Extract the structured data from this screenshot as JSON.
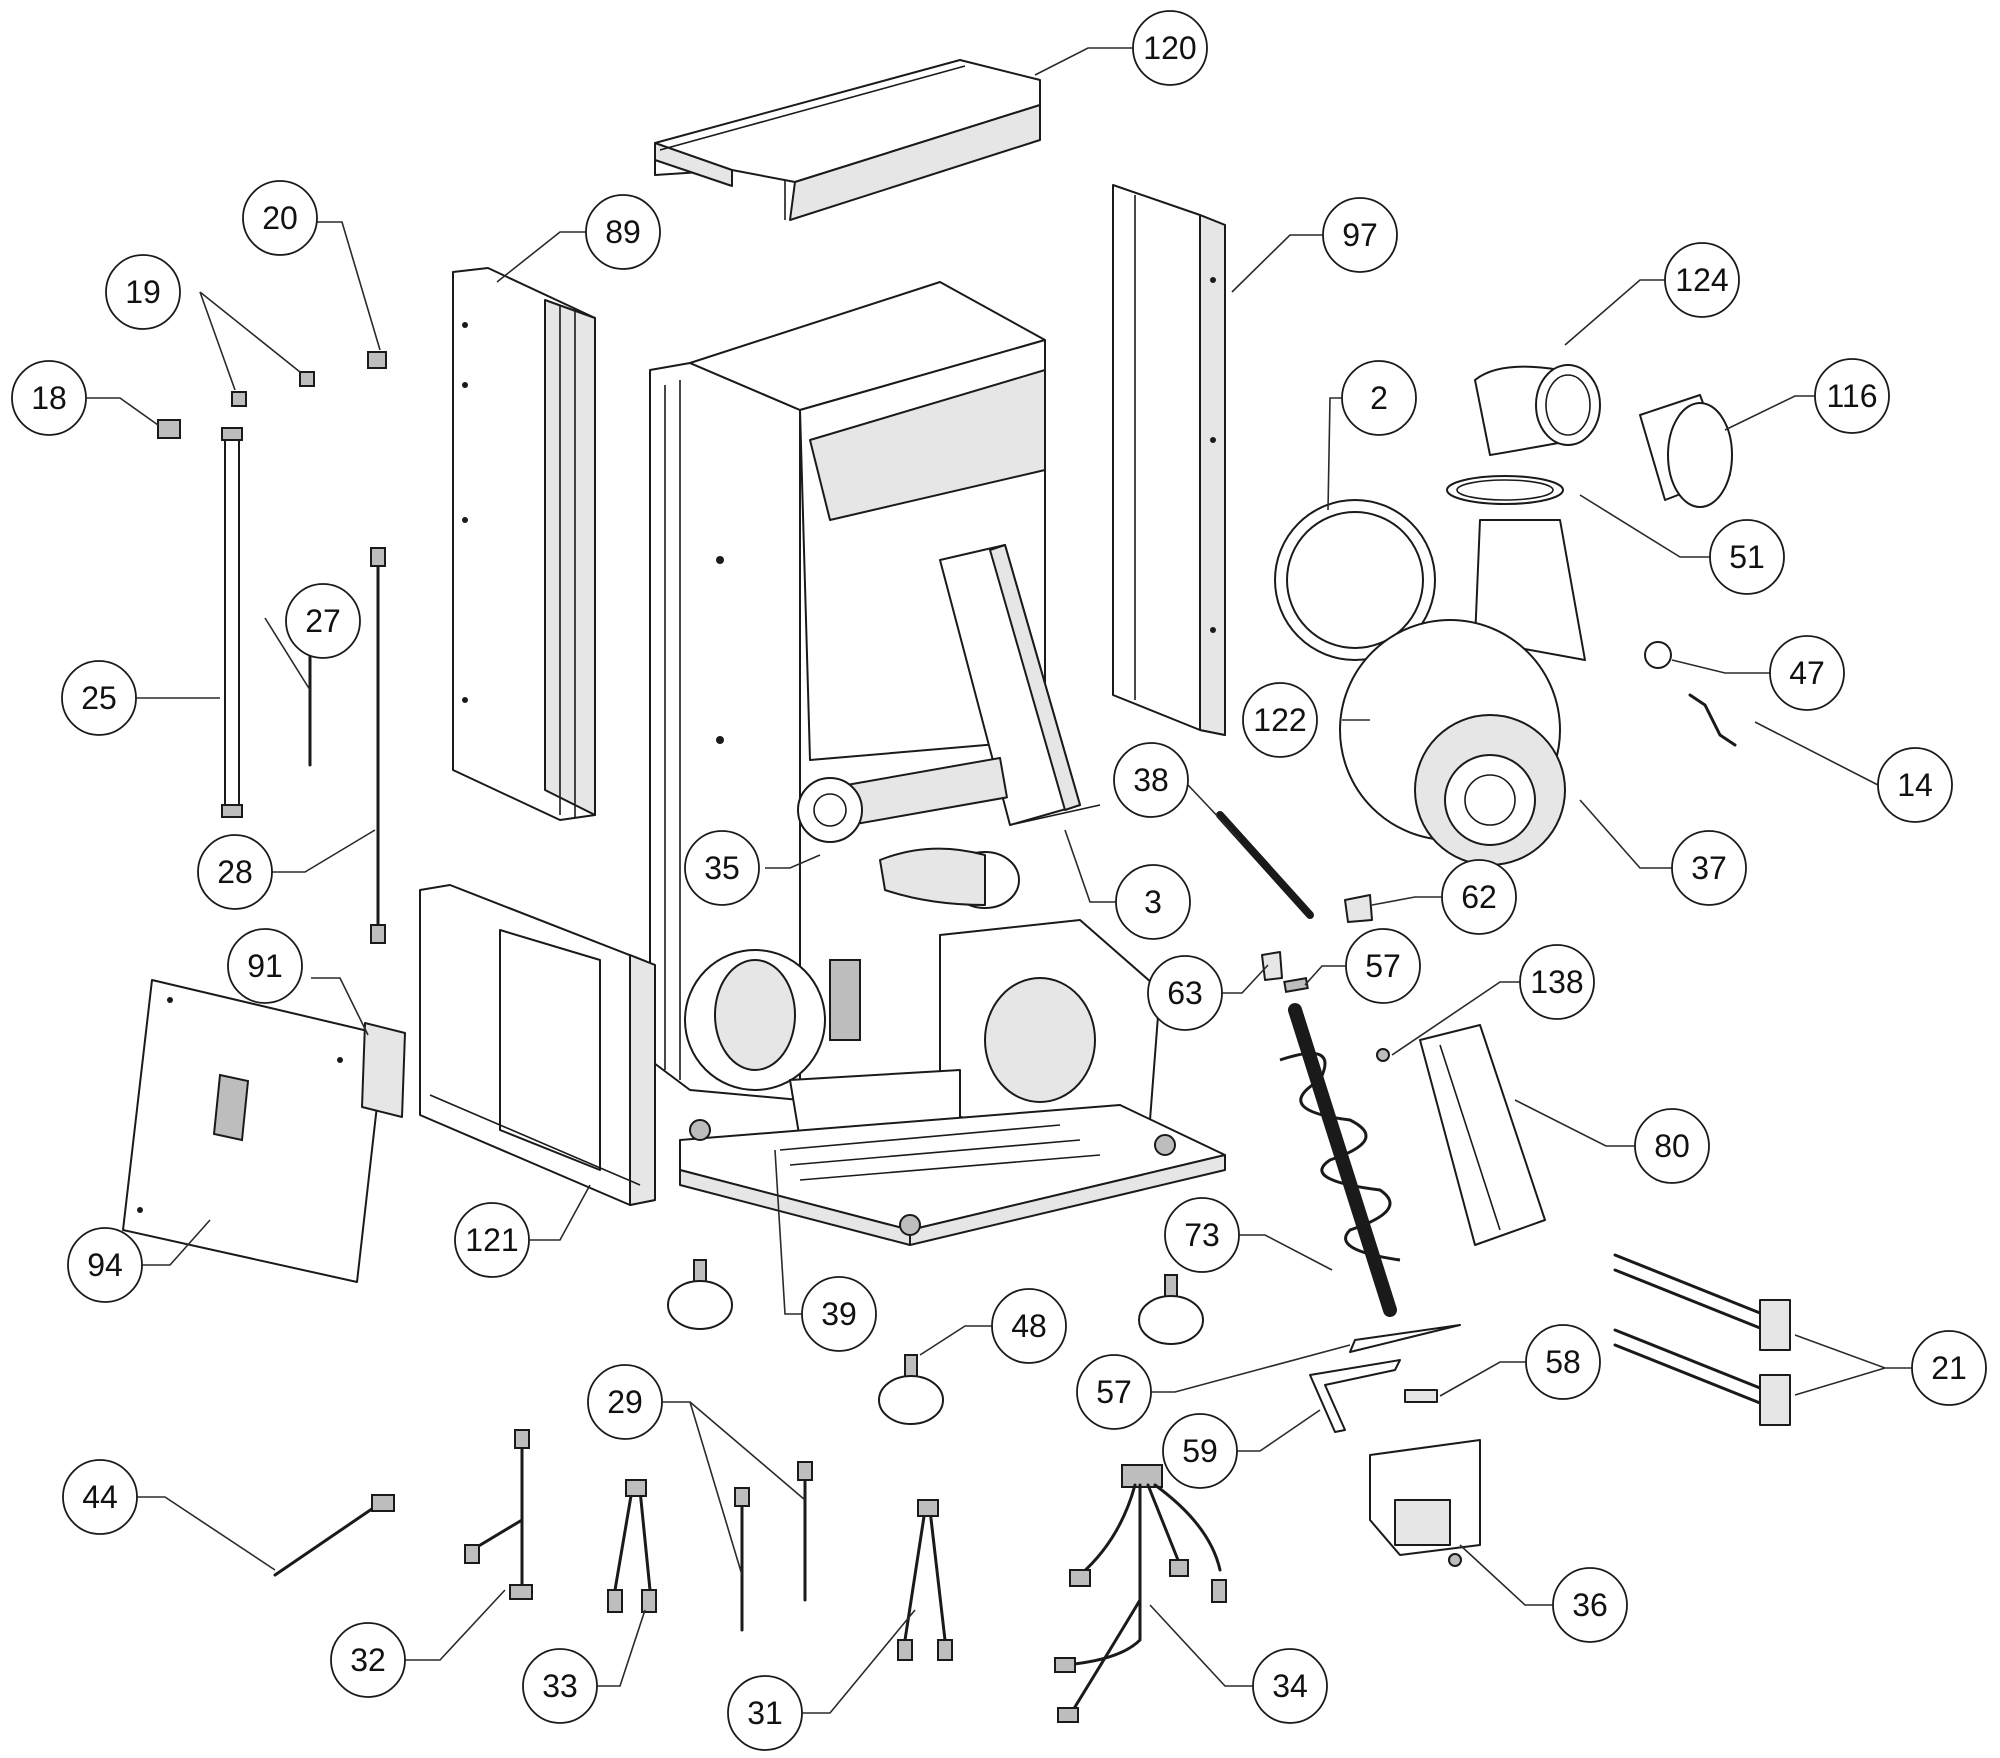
{
  "diagram": {
    "callouts": [
      {
        "id": "c120",
        "label": "120"
      },
      {
        "id": "c20",
        "label": "20"
      },
      {
        "id": "c89",
        "label": "89"
      },
      {
        "id": "c97",
        "label": "97"
      },
      {
        "id": "c19",
        "label": "19"
      },
      {
        "id": "c124",
        "label": "124"
      },
      {
        "id": "c18",
        "label": "18"
      },
      {
        "id": "c2",
        "label": "2"
      },
      {
        "id": "c116",
        "label": "116"
      },
      {
        "id": "c27",
        "label": "27"
      },
      {
        "id": "c51",
        "label": "51"
      },
      {
        "id": "c25",
        "label": "25"
      },
      {
        "id": "c47",
        "label": "47"
      },
      {
        "id": "c122",
        "label": "122"
      },
      {
        "id": "c38",
        "label": "38"
      },
      {
        "id": "c14",
        "label": "14"
      },
      {
        "id": "c28",
        "label": "28"
      },
      {
        "id": "c35",
        "label": "35"
      },
      {
        "id": "c3",
        "label": "3"
      },
      {
        "id": "c37",
        "label": "37"
      },
      {
        "id": "c62",
        "label": "62"
      },
      {
        "id": "c91",
        "label": "91"
      },
      {
        "id": "c57a",
        "label": "57"
      },
      {
        "id": "c63",
        "label": "63"
      },
      {
        "id": "c138",
        "label": "138"
      },
      {
        "id": "c80",
        "label": "80"
      },
      {
        "id": "c121",
        "label": "121"
      },
      {
        "id": "c73",
        "label": "73"
      },
      {
        "id": "c94",
        "label": "94"
      },
      {
        "id": "c39",
        "label": "39"
      },
      {
        "id": "c48",
        "label": "48"
      },
      {
        "id": "c21",
        "label": "21"
      },
      {
        "id": "c57b",
        "label": "57"
      },
      {
        "id": "c58",
        "label": "58"
      },
      {
        "id": "c29",
        "label": "29"
      },
      {
        "id": "c59",
        "label": "59"
      },
      {
        "id": "c44",
        "label": "44"
      },
      {
        "id": "c36",
        "label": "36"
      },
      {
        "id": "c32",
        "label": "32"
      },
      {
        "id": "c33",
        "label": "33"
      },
      {
        "id": "c31",
        "label": "31"
      },
      {
        "id": "c34",
        "label": "34"
      }
    ]
  }
}
